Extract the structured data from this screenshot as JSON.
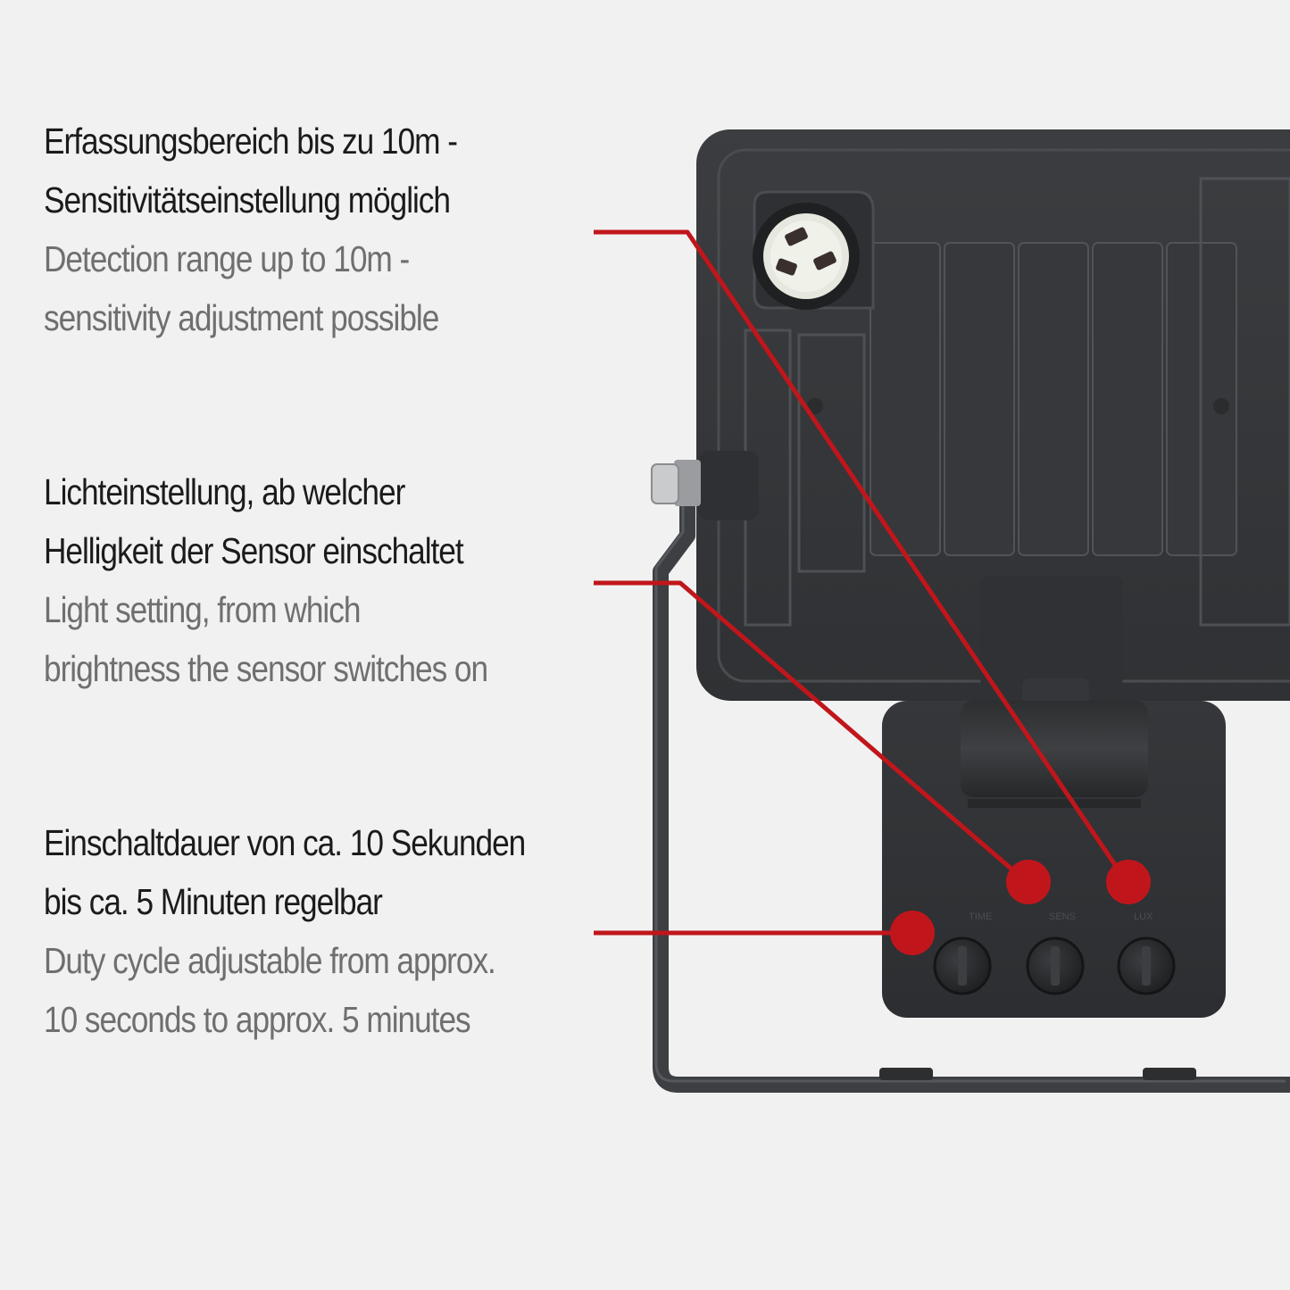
{
  "features": [
    {
      "de": [
        "Erfassungsbereich bis zu 10m -",
        "Sensitivitätseinstellung möglich"
      ],
      "en": [
        "Detection range up to 10m -",
        "sensitivity adjustment possible"
      ]
    },
    {
      "de": [
        "Lichteinstellung, ab welcher",
        "Helligkeit der Sensor einschaltet"
      ],
      "en": [
        "Light setting, from which",
        "brightness the sensor switches on"
      ]
    },
    {
      "de": [
        "Einschaltdauer von ca. 10 Sekunden",
        "bis ca. 5 Minuten regelbar"
      ],
      "en": [
        "Duty cycle adjustable from approx.",
        "10 seconds to approx. 5 minutes"
      ]
    }
  ],
  "colors": {
    "background": "#f1f1f1",
    "callout": "#c0161b",
    "housing": "#333538",
    "text_primary": "#1b1b1b",
    "text_secondary": "#6f6f6f"
  },
  "icons": [
    "pir-sensor-lens-icon",
    "adjustment-knob-icon"
  ]
}
